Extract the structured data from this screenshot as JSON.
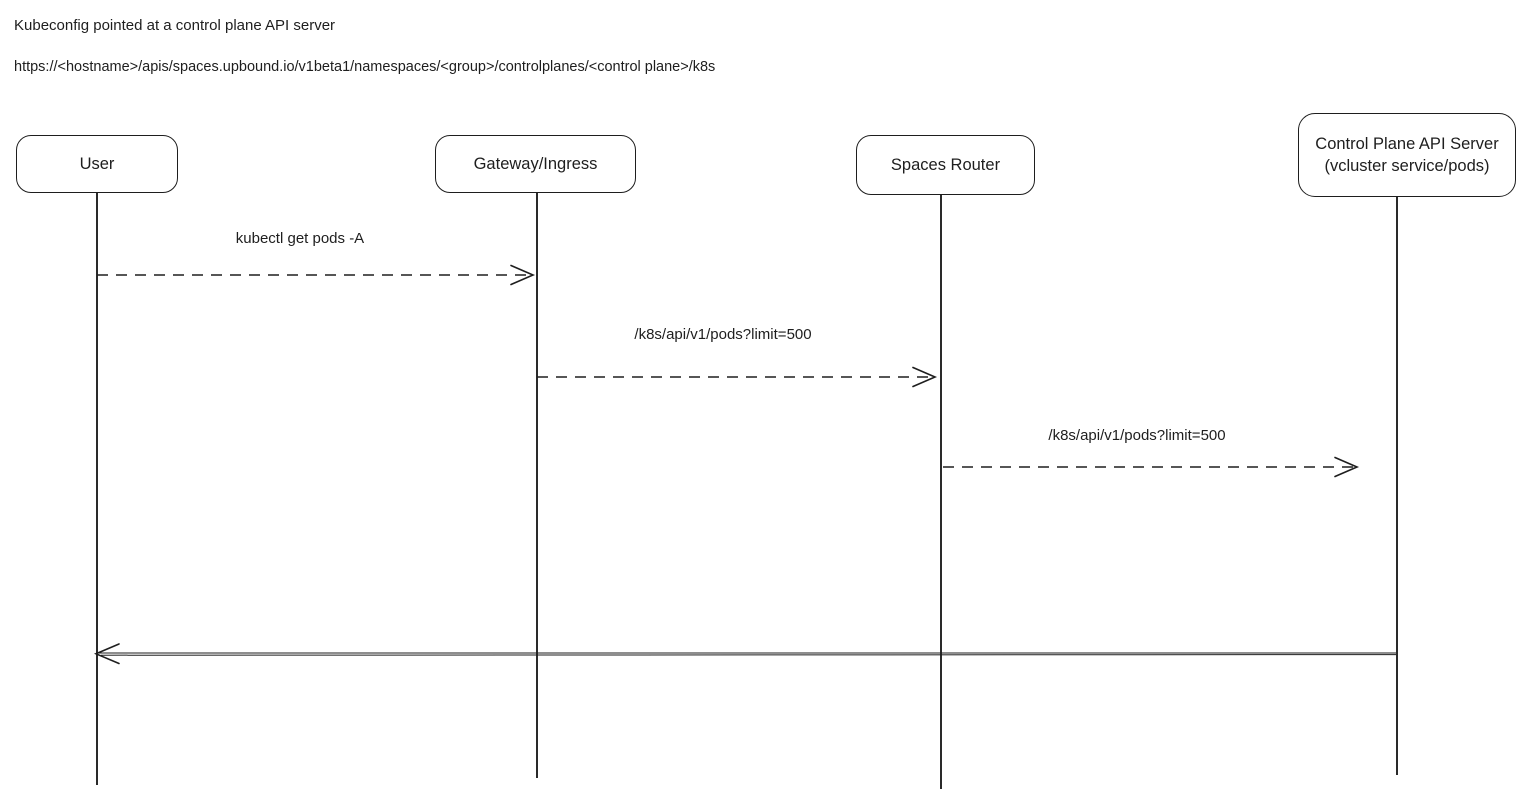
{
  "colors": {
    "stroke": "#1e1e1e",
    "text": "#1e1e1e",
    "background": "#ffffff"
  },
  "header": {
    "title": "Kubeconfig pointed at a control plane API server",
    "url": "https://<hostname>/apis/spaces.upbound.io/v1beta1/namespaces/<group>/controlplanes/<control plane>/k8s"
  },
  "actors": [
    {
      "id": "user",
      "label": "User"
    },
    {
      "id": "gateway-ingress",
      "label": "Gateway/Ingress"
    },
    {
      "id": "spaces-router",
      "label": "Spaces Router"
    },
    {
      "id": "control-plane-api-server",
      "label": "Control Plane API Server",
      "sublabel": "(vcluster service/pods)"
    }
  ],
  "messages": [
    {
      "from": "User",
      "to": "Gateway/Ingress",
      "label": "kubectl get pods -A",
      "line": "dashed",
      "direction": "right"
    },
    {
      "from": "Gateway/Ingress",
      "to": "Spaces Router",
      "label": "/k8s/api/v1/pods?limit=500",
      "line": "dashed",
      "direction": "right"
    },
    {
      "from": "Spaces Router",
      "to": "Control Plane API Server",
      "label": "/k8s/api/v1/pods?limit=500",
      "line": "dashed",
      "direction": "right"
    },
    {
      "from": "Control Plane API Server",
      "to": "User",
      "label": "",
      "line": "solid",
      "direction": "left"
    }
  ]
}
